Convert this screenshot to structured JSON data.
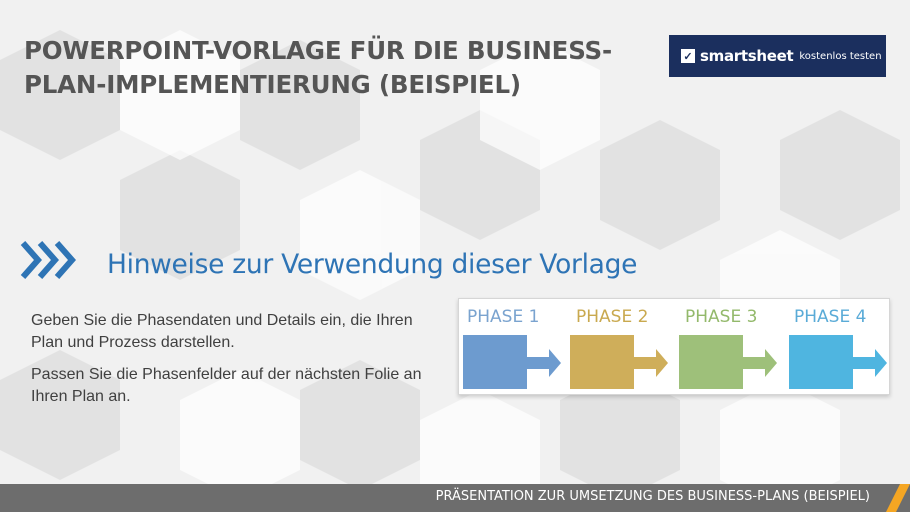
{
  "slide": {
    "title_line1": "POWERPOINT-VORLAGE FÜR DIE BUSINESS-",
    "title_line2": "PLAN-IMPLEMENTIERUNG (BEISPIEL)",
    "subtitle": "Hinweise zur Verwendung dieser Vorlage",
    "paragraphs": [
      "Geben Sie die Phasendaten und Details ein, die Ihren Plan und Prozess darstellen.",
      "Passen Sie die Phasenfelder auf der nächsten Folie an Ihren Plan an."
    ]
  },
  "logo": {
    "brand": "smartsheet",
    "cta": "kostenlos testen",
    "color": "#1b2f5e"
  },
  "phases": [
    {
      "label": "PHASE 1",
      "color": "#6d9bcf",
      "text_color": "#7aa3cf"
    },
    {
      "label": "PHASE 2",
      "color": "#cfae5a",
      "text_color": "#c9a94f"
    },
    {
      "label": "PHASE 3",
      "color": "#9ec07a",
      "text_color": "#93b96b"
    },
    {
      "label": "PHASE 4",
      "color": "#4fb5e0",
      "text_color": "#5aabd7"
    }
  ],
  "footer": {
    "text": "PRÄSENTATION ZUR UMSETZUNG DES BUSINESS-PLANS (BEISPIEL)",
    "accent_color": "#f5a623"
  },
  "colors": {
    "subtitle": "#2e74b5",
    "chevron": "#2e74b5",
    "footer_bg": "#6d6d6d"
  }
}
